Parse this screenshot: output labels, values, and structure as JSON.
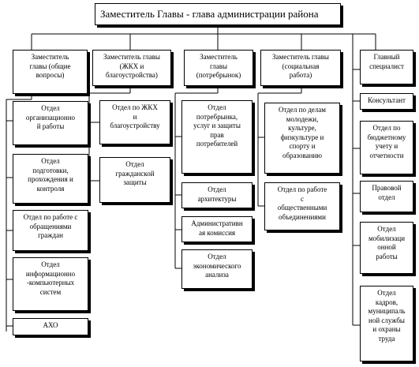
{
  "head": "Заместитель Главы - глава администрации района",
  "deputies": [
    {
      "label": "Заместитель\nглавы (общие\nвопросы)"
    },
    {
      "label": "Заместитель главы\n(ЖКХ и\nблагоустройства)"
    },
    {
      "label": "Заместитель\nглавы\n(потребрынок)"
    },
    {
      "label": "Заместитель главы\n(социальная\nработа)"
    }
  ],
  "col1": [
    "Отдел\nорганизационно\nй работы",
    "Отдел\nподготовки,\nпрохождения и\nконтроля",
    "Отдел по работе с\nобращениями\nграждан",
    "Отдел\nинформационно\n-компьютерных\nсистем",
    "АХО"
  ],
  "col2": [
    "Отдел по ЖКХ\nи\nблагоустройству",
    "Отдел\nгражданской\nзащиты"
  ],
  "col3": [
    "Отдел\nпотребрынка,\nуслуг и защиты\nправ\nпотребителей",
    "Отдел\nархитектуры",
    "Административн\nая комиссия",
    "Отдел\nэкономического\nанализа"
  ],
  "col4": [
    "Отдел по делам\nмолодежи,\nкультуре,\nфизкультуре и\nспорту и\nобразованию",
    "Отдел по работе\nс\nобщественными\nобъединениями"
  ],
  "right": [
    "Главный\nспециалист",
    "Консультант",
    "Отдел по\nбюджетному\nучету и\nотчетности",
    "Правовой\nотдел",
    "Отдел\nмобилизаци\nонной\nработы",
    "Отдел\nкадров,\nмуниципаль\nной службы\nи охраны\nтруда"
  ]
}
